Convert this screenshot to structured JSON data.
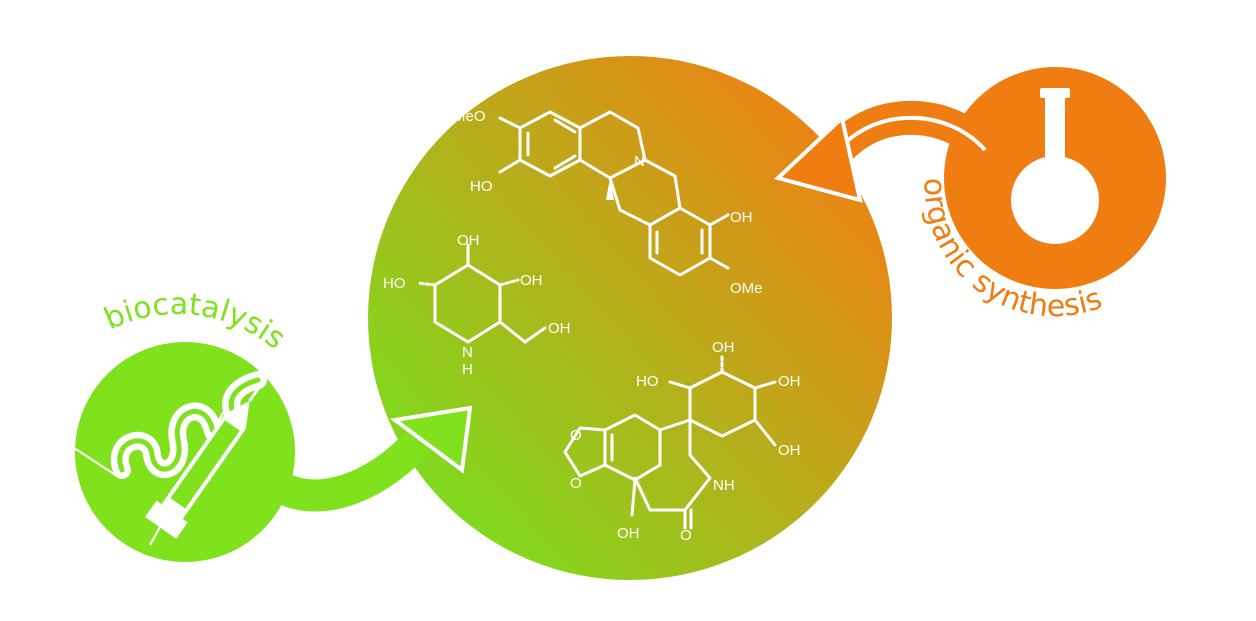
{
  "labels": {
    "biocatalysis": "biocatalysis",
    "organic_synthesis": "organic synthesis"
  },
  "atoms": {
    "meo_top": "MeO",
    "ho_left": "HO",
    "n_ring": "N",
    "oh_right": "OH",
    "ome_bottom": "OMe",
    "oh_sugar_top": "OH",
    "ho_sugar_left": "HO",
    "oh_sugar_right": "OH",
    "oh_sugar_ch2": "OH",
    "n_sugar": "N",
    "h_sugar": "H",
    "oh_c_top": "OH",
    "ho_c_left": "HO",
    "oh_c_right": "OH",
    "oh_c_lower": "OH",
    "nh_lactam": "NH",
    "o_diox_top": "O",
    "o_diox_bottom": "O",
    "oh_phenol": "OH",
    "o_carbonyl": "O"
  },
  "colors": {
    "green": "#7fe21d",
    "orange": "#f07d12",
    "center_green": "#8ad41a",
    "center_orange": "#f07c10",
    "white": "#ffffff"
  },
  "icons": [
    "syringe-icon",
    "flask-icon",
    "enzyme-icon"
  ]
}
